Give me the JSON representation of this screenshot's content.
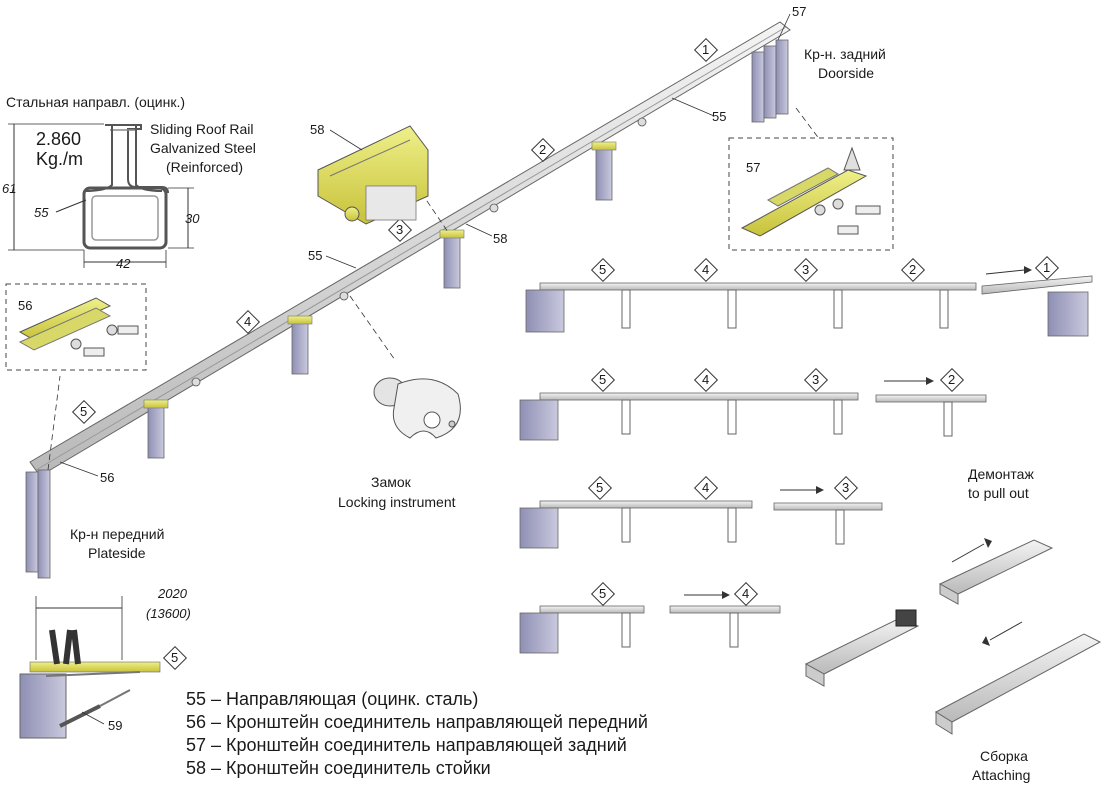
{
  "profile": {
    "title": "Стальная направл. (оцинк.)",
    "weight": "2.860",
    "weight_unit": "Kg./m",
    "name_line1": "Sliding Roof Rail",
    "name_line2": "Galvanized Steel",
    "name_line3": "(Reinforced)",
    "dim_height": "61",
    "dim_inner": "30",
    "dim_width": "42",
    "part_ref": "55"
  },
  "callouts": {
    "rear_bracket_ref": "57",
    "rear_bracket_ru": "Кр-н. задний",
    "rear_bracket_en": "Doorside",
    "front_bracket_ref": "56",
    "front_bracket_ru": "Кр-н передний",
    "front_bracket_en": "Plateside",
    "post_bracket_ref": "58",
    "rail_ref": "55",
    "lock_ru": "Замок",
    "lock_en": "Locking instrument",
    "detail_56": "56",
    "detail_57": "57",
    "detail_58": "58",
    "strut_ref": "59"
  },
  "sections": [
    "1",
    "2",
    "3",
    "4",
    "5"
  ],
  "dimension": {
    "length": "2020",
    "length_alt": "(13600)"
  },
  "procedure": {
    "dismantle_ru": "Демонтаж",
    "dismantle_en": "to pull out",
    "assemble_ru": "Сборка",
    "assemble_en": "Attaching"
  },
  "legend": [
    "55 – Направляющая (оцинк. сталь)",
    "56 – Кронштейн соединитель направляющей передний",
    "57 – Кронштейн соединитель направляющей задний",
    "58 – Кронштейн соединитель стойки"
  ]
}
